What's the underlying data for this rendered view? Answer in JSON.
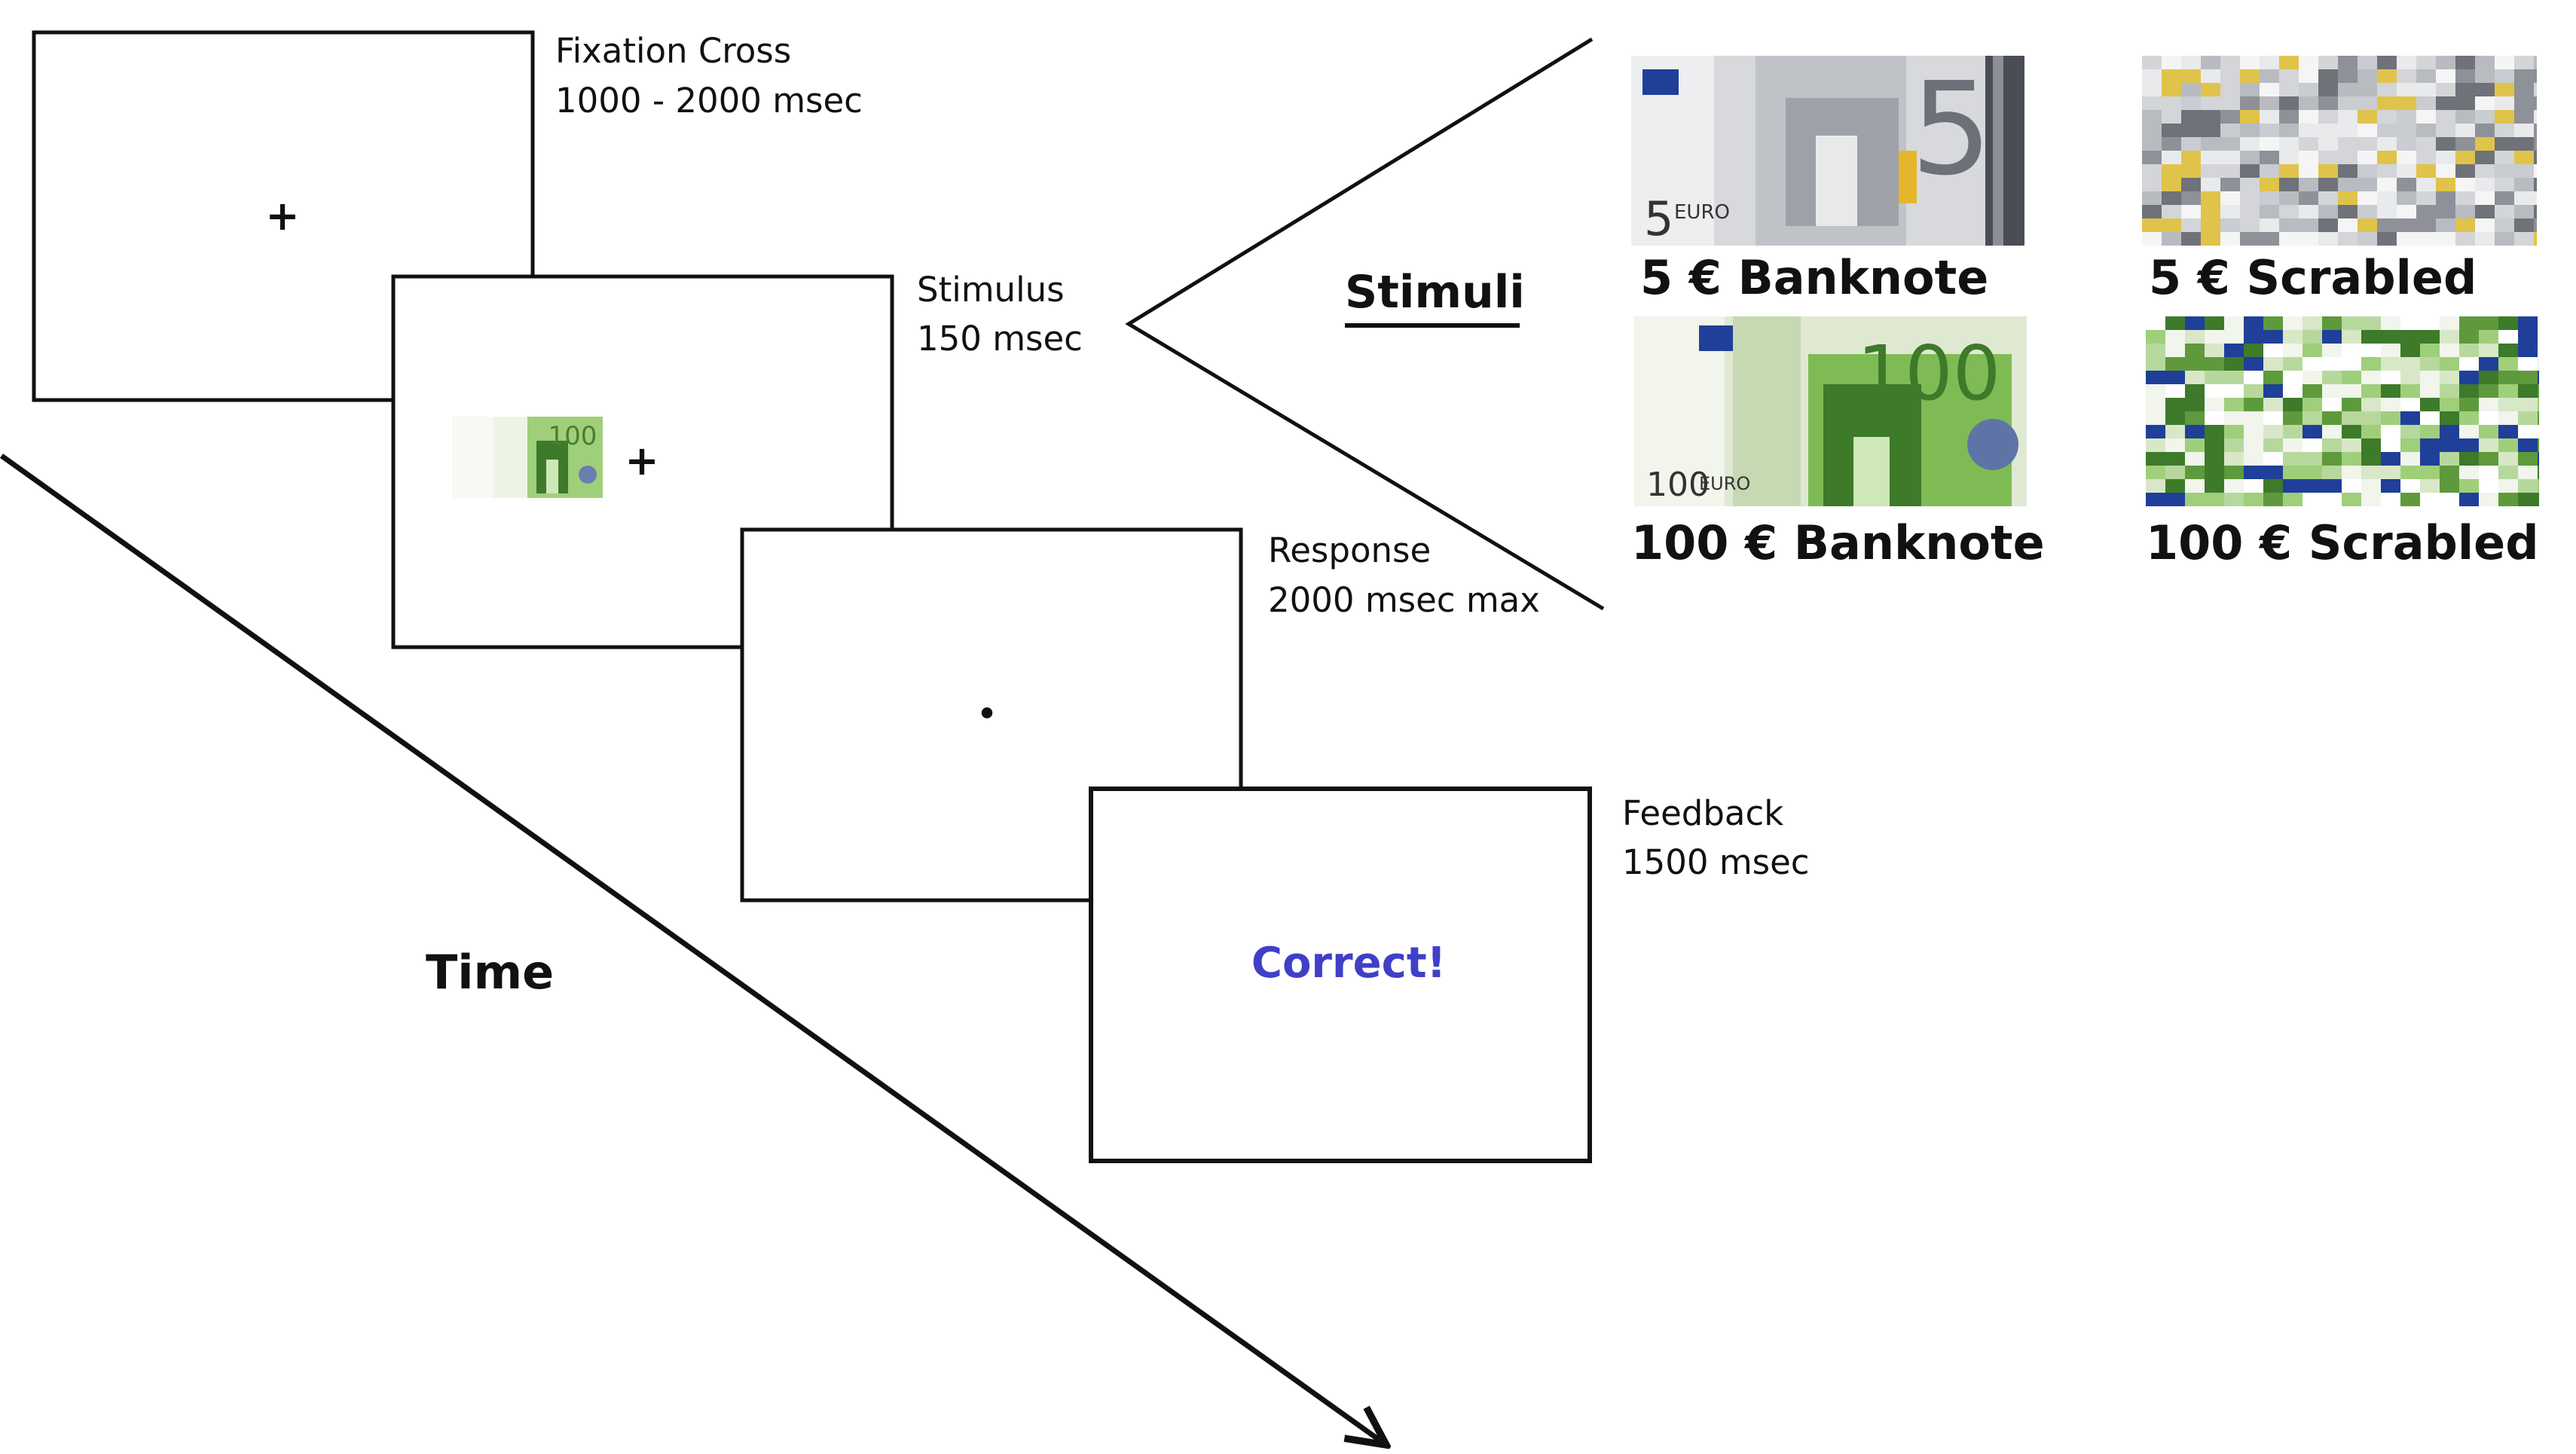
{
  "screens": [
    {
      "name": "fixation",
      "label": "Fixation Cross",
      "duration": "1000 - 2000 msec",
      "content": "+"
    },
    {
      "name": "stimulus",
      "label": "Stimulus",
      "duration": "150 msec",
      "content": "+"
    },
    {
      "name": "response",
      "label": "Response",
      "duration": "2000 msec max",
      "content": "•"
    },
    {
      "name": "feedback",
      "label": "Feedback",
      "duration": "1500 msec",
      "content": "Correct!"
    }
  ],
  "time_label": "Time",
  "stimuli": {
    "title": "Stimuli",
    "items": [
      {
        "caption": "5 € Banknote",
        "note_label": "5",
        "currency": "EURO"
      },
      {
        "caption": "5 € Scrabled"
      },
      {
        "caption": "100 € Banknote",
        "note_label": "100",
        "currency": "EURO"
      },
      {
        "caption": "100 € Scrabled"
      }
    ]
  },
  "colors": {
    "feedback_text": "#3f3fc8",
    "note_5": "#b9bcc2",
    "note_100": "#8fc46a",
    "eu_flag": "#1f3f99"
  }
}
